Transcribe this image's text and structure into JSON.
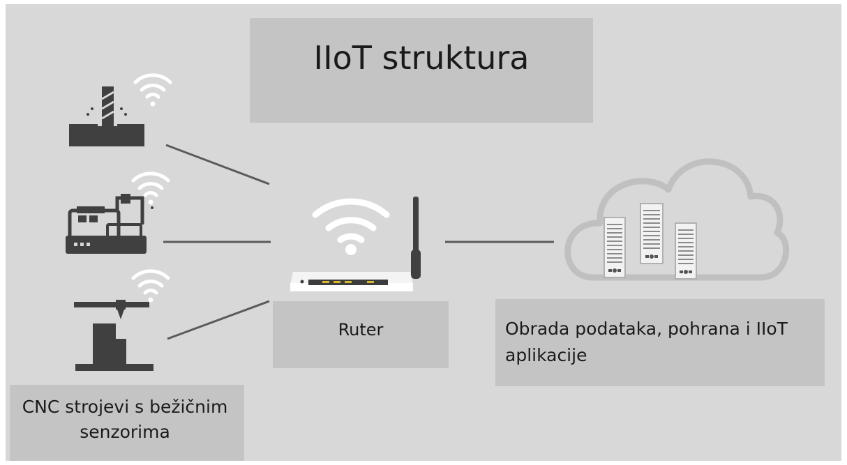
{
  "title": "IIoT struktura",
  "router_label": "Ruter",
  "cloud_label": "Obrada podataka, pohrana i IIoT aplikacije",
  "machines_label": "CNC strojevi s bežičnim senzorima",
  "icons": {
    "wifi": "wifi-icon",
    "drill": "cnc-drill-icon",
    "lathe": "cnc-lathe-icon",
    "printer": "cnc-printer-icon",
    "router": "router-icon",
    "cloud": "cloud-icon",
    "server": "server-icon"
  },
  "colors": {
    "background": "#d8d8d8",
    "label_box": "#c4c4c4",
    "icon": "#404040",
    "wifi": "#ffffff"
  }
}
